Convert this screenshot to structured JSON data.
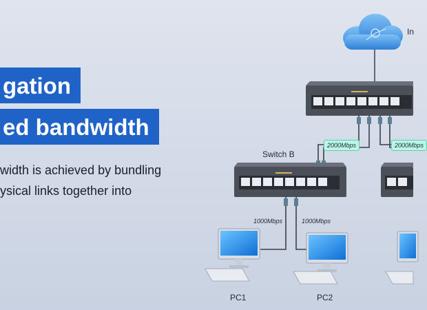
{
  "headline": {
    "line1": "gation",
    "line2": "ed bandwidth"
  },
  "body": {
    "line1": "width is achieved by bundling",
    "line2": "ysical links together into"
  },
  "diagram": {
    "internet_label": "In",
    "switch_b_label": "Switch B",
    "uplink_speed_left": "2000Mbps",
    "uplink_speed_right": "2000Mbps",
    "pc_speed_left": "1000Mbps",
    "pc_speed_right": "1000Mbps",
    "pc1_label": "PC1",
    "pc2_label": "PC2"
  },
  "colors": {
    "banner": "#1f63c9",
    "badge_fill": "#bff3e6",
    "badge_border": "#4fd3b1",
    "cloud": "#3d8de0",
    "switch_body": "#4a4f58",
    "cable": "#3a3f47",
    "monitor_screen": "#1e8be8"
  }
}
